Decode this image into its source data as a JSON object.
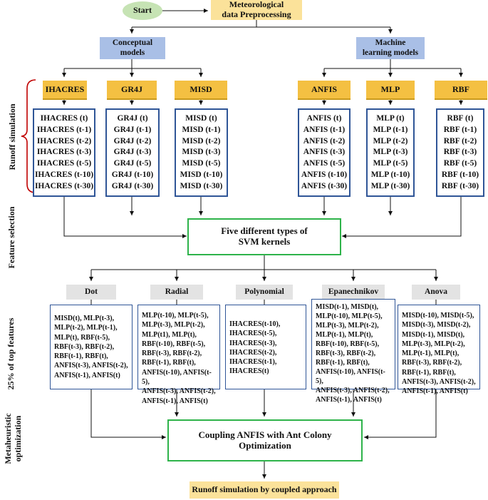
{
  "start": "Start",
  "preprocess": "Meteorological data Preprocessing",
  "conceptual": "Conceptual models",
  "ml": "Machine learning models",
  "models": [
    "IHACRES",
    "GR4J",
    "MISD",
    "ANFIS",
    "MLP",
    "RBF"
  ],
  "model_lists": [
    [
      "IHACRES (t)",
      "IHACRES (t-1)",
      "IHACRES (t-2)",
      "IHACRES (t-3)",
      "IHACRES (t-5)",
      "IHACRES (t-10)",
      "IHACRES (t-30)"
    ],
    [
      "GR4J (t)",
      "GR4J (t-1)",
      "GR4J (t-2)",
      "GR4J (t-3)",
      "GR4J (t-5)",
      "GR4J (t-10)",
      "GR4J (t-30)"
    ],
    [
      "MISD (t)",
      "MISD (t-1)",
      "MISD (t-2)",
      "MISD (t-3)",
      "MISD (t-5)",
      "MISD (t-10)",
      "MISD (t-30)"
    ],
    [
      "ANFIS (t)",
      "ANFIS (t-1)",
      "ANFIS (t-2)",
      "ANFIS (t-3)",
      "ANFIS (t-5)",
      "ANFIS (t-10)",
      "ANFIS (t-30)"
    ],
    [
      "MLP (t)",
      "MLP (t-1)",
      "MLP (t-2)",
      "MLP (t-3)",
      "MLP (t-5)",
      "MLP (t-10)",
      "MLP (t-30)"
    ],
    [
      "RBF (t)",
      "RBF (t-1)",
      "RBF (t-2)",
      "RBF (t-3)",
      "RBF (t-5)",
      "RBF (t-10)",
      "RBF (t-30)"
    ]
  ],
  "svm": "Five different types of SVM kernels",
  "kernels": [
    "Dot",
    "Radial",
    "Polynomial",
    "Epanechnikov",
    "Anova"
  ],
  "kernel_features": [
    [
      "MISD(t), MLP(t-3),",
      "MLP(t-2), MLP(t-1),",
      "MLP(t), RBF(t-5),",
      "RBF(t-3), RBF(t-2),",
      "RBF(t-1), RBF(t),",
      "ANFIS(t-3), ANFIS(t-2),",
      "ANFIS(t-1), ANFIS(t)"
    ],
    [
      "MLP(t-10), MLP(t-5),",
      "MLP(t-3), MLP(t-2),",
      "MLP(t1), MLP(t),",
      "RBF(t-10), RBF(t-5),",
      "RBF(t-3), RBF(t-2),",
      "RBF(t-1), RBF(t),",
      "ANFIS(t-10), ANFIS(t-5),",
      "ANFIS(t-3), ANFIS(t-2),",
      "ANFIS(t-1), ANFIS(t)"
    ],
    [
      "IHACRES(t-10),",
      "IHACRES(t-5),",
      "IHACRES(t-3),",
      "IHACRES(t-2),",
      "IHACRES(t-1),",
      "IHACRES(t)"
    ],
    [
      "MISD(t-1), MISD(t),",
      "MLP(t-10), MLP(t-5),",
      "MLP(t-3), MLP(t-2),",
      "MLP(t-1), MLP(t),",
      "RBF(t-10), RBF(t-5),",
      "RBF(t-3), RBF(t-2),",
      "RBF(t-1), RBF(t),",
      "ANFIS(t-10), ANFIS(t-5),",
      "ANFIS(t-3), ANFIS(t-2),",
      "ANFIS(t-1), ANFIS(t)"
    ],
    [
      "MISD(t-10), MISD(t-5),",
      "MISD(t-3), MISD(t-2),",
      "MISD(t-1), MISD(t),",
      "MLP(t-3), MLP(t-2),",
      "MLP(t-1), MLP(t),",
      "RBF(t-3), RBF(t-2),",
      "RBF(t-1), RBF(t),",
      "ANFIS(t-3), ANFIS(t-2),",
      "ANFIS(t-1), ANFIS(t)"
    ]
  ],
  "coupling": "Coupling ANFIS with Ant Colony Optimization",
  "final": "Runoff simulation by coupled approach",
  "side_labels": {
    "runoff": "Runoff simulation",
    "feature": "Feature selection",
    "top": "25% of top features",
    "meta_line1": "Metaheuristic",
    "meta_line2": "optimization"
  },
  "colors": {
    "list_border": "#2f5597",
    "green_border": "#2eb34a",
    "bracket": "#c00000",
    "gold": "#f4c042",
    "blue_header": "#a9bfe6"
  }
}
